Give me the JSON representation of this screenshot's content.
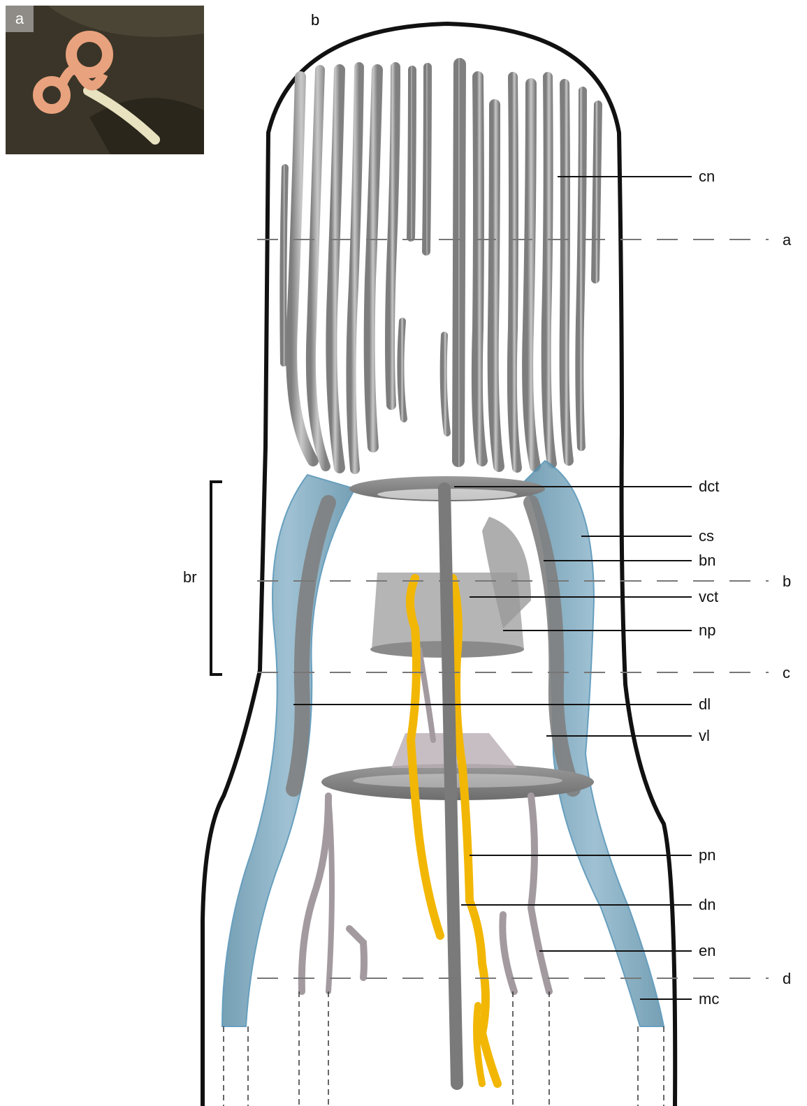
{
  "panel_a": {
    "label": "a"
  },
  "panel_b": {
    "label": "b"
  },
  "structure_labels": {
    "cn": "cn",
    "dct": "dct",
    "cs": "cs",
    "bn": "bn",
    "vct": "vct",
    "np": "np",
    "dl": "dl",
    "vl": "vl",
    "pn": "pn",
    "dn": "dn",
    "en": "en",
    "mc": "mc"
  },
  "region_label": "br",
  "section_labels": {
    "a": "a",
    "b": "b",
    "c": "c",
    "d": "d"
  },
  "colors": {
    "body_outline": "#111111",
    "ciliary_nerves": "#9c9c9c",
    "muscle_sheath": "#6f9fb8",
    "brain": "#888888",
    "nerve_yellow": "#f2b705",
    "photo_background": "#3a3528",
    "worm": "#e9a27e"
  }
}
